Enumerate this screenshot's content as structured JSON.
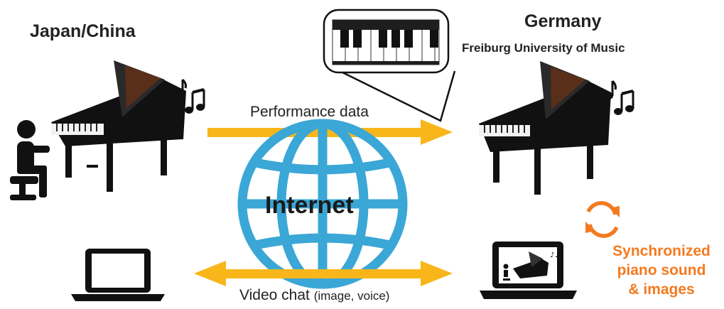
{
  "left": {
    "title": "Japan/China"
  },
  "right": {
    "title": "Germany",
    "subtitle": "Freiburg University of Music"
  },
  "links": {
    "performance": "Performance data",
    "video": "Video chat",
    "video_detail": "(image, voice)"
  },
  "center": {
    "label": "Internet"
  },
  "sync": {
    "line1": "Synchronized",
    "line2": "piano sound",
    "line3": "& images"
  },
  "colors": {
    "arrow": "#f8b61a",
    "globe": "#3aa7d6",
    "sync": "#f47a20",
    "piano": "#111111"
  },
  "icons": [
    "person-icon",
    "grand-piano-icon",
    "music-note-icon",
    "laptop-icon",
    "keyboard-zoom-icon",
    "sync-icon"
  ]
}
